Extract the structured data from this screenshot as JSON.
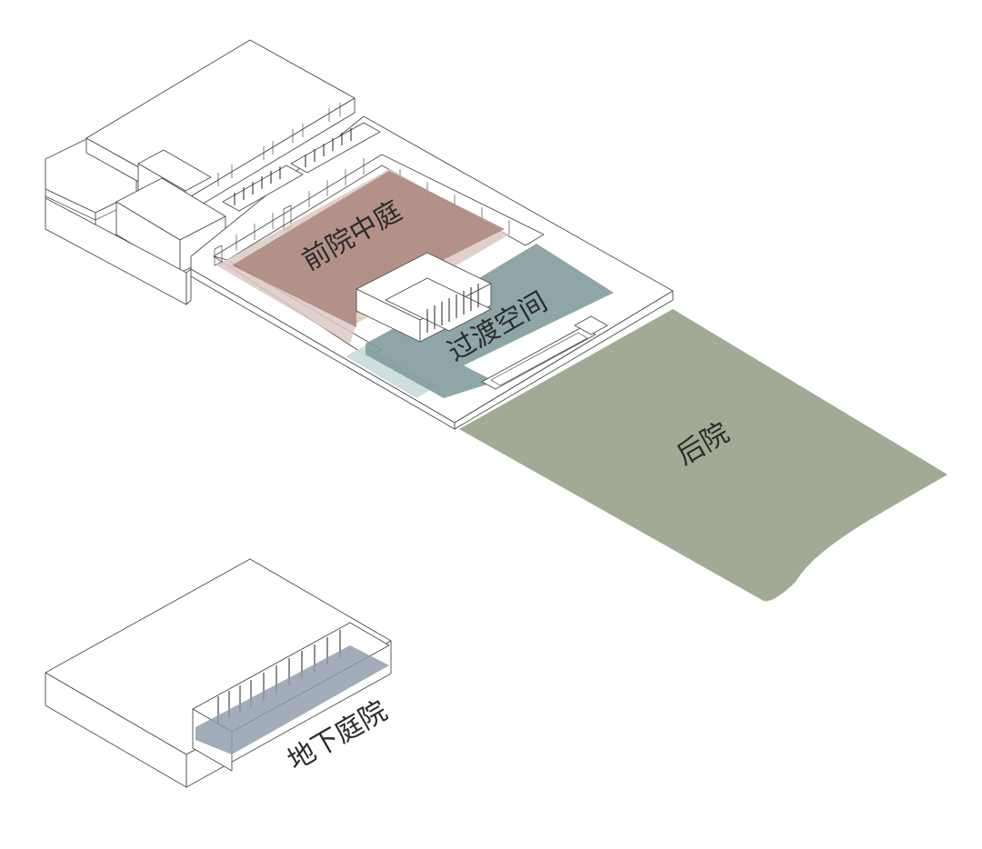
{
  "labels": {
    "front_courtyard": "前院中庭",
    "transition_space": "过渡空间",
    "back_yard": "后院",
    "basement_courtyard": "地下庭院"
  },
  "colors": {
    "front_courtyard": "#a8837a",
    "front_courtyard_light": "#dcc8c2",
    "transition_space": "#7f9a9c",
    "transition_space_light": "#c8dbdc",
    "back_yard": "#a1aa95",
    "basement_courtyard": "#8d9aac",
    "line": "#4a4a4a",
    "background": "#ffffff"
  }
}
